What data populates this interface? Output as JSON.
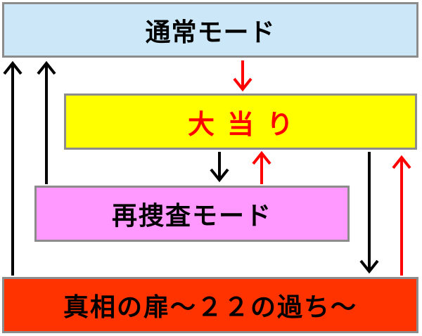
{
  "nodes": {
    "normal_mode": {
      "label": "通常モード",
      "fill": "#cce8f8",
      "text_color": "#000000"
    },
    "jackpot": {
      "label": "大当り",
      "fill": "#ffff00",
      "text_color": "#ff0000"
    },
    "reinvestigation_mode": {
      "label": "再捜査モード",
      "fill": "#ff99ff",
      "text_color": "#000000"
    },
    "door_of_truth": {
      "label": "真相の扉～２２の過ち～",
      "fill": "#ff3300",
      "text_color": "#000000"
    }
  },
  "edges": [
    {
      "from": "normal_mode",
      "to": "jackpot",
      "color": "#ff0000"
    },
    {
      "from": "jackpot",
      "to": "reinvestigation_mode",
      "color": "#000000"
    },
    {
      "from": "reinvestigation_mode",
      "to": "jackpot",
      "color": "#ff0000"
    },
    {
      "from": "jackpot",
      "to": "door_of_truth",
      "color": "#000000"
    },
    {
      "from": "door_of_truth",
      "to": "jackpot",
      "color": "#ff0000"
    },
    {
      "from": "reinvestigation_mode",
      "to": "normal_mode",
      "color": "#000000"
    },
    {
      "from": "door_of_truth",
      "to": "normal_mode",
      "color": "#000000"
    }
  ]
}
